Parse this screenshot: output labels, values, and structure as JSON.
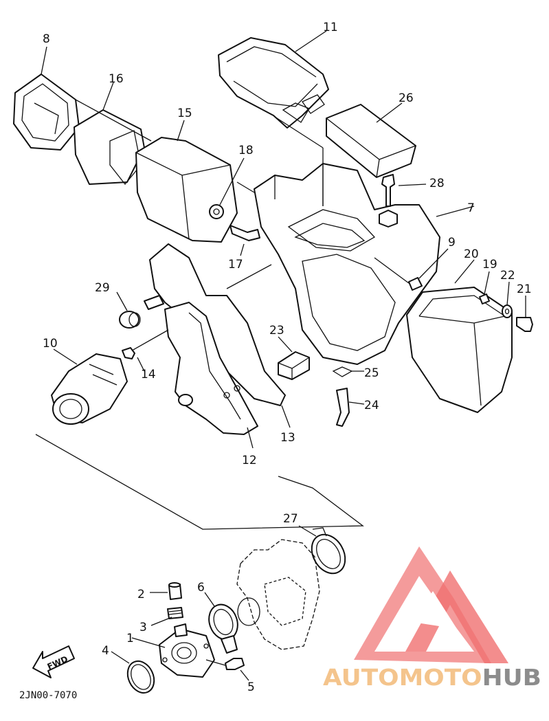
{
  "diagram": {
    "callouts": [
      "1",
      "2",
      "3",
      "4",
      "5",
      "6",
      "7",
      "8",
      "9",
      "10",
      "11",
      "12",
      "13",
      "14",
      "15",
      "16",
      "17",
      "18",
      "19",
      "20",
      "21",
      "22",
      "23",
      "24",
      "25",
      "26",
      "27",
      "28",
      "29"
    ],
    "part_code": "2JN00-7070",
    "fwd_label": "FWD"
  },
  "watermark": {
    "brand_part1": "AUTOMOTO",
    "brand_part2": "HUB",
    "colors": {
      "logo": "#f07878",
      "brand_part1": "#f4c48c",
      "brand_part2": "#8c8c8c"
    }
  }
}
